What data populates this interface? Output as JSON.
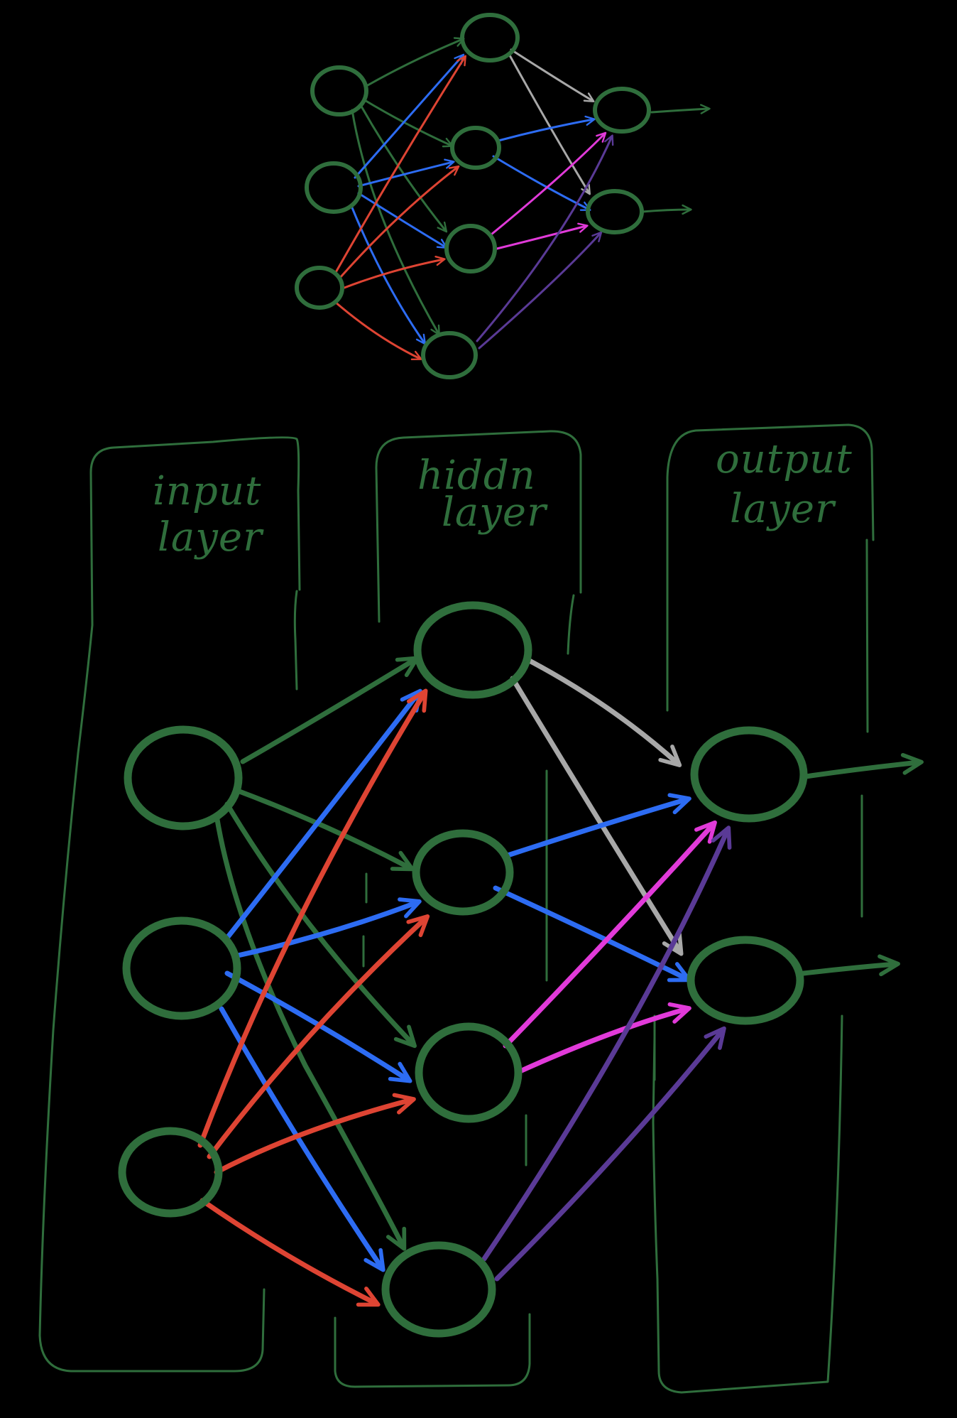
{
  "colors": {
    "background": "#000000",
    "node": "#2f6e3c",
    "frame": "#2f6e3c",
    "label": "#2f6e3c",
    "edge_input1": "#2f6e3c",
    "edge_input2": "#2d6cf3",
    "edge_input3": "#de4433",
    "edge_hidden1": "#a8a8a8",
    "edge_hidden2": "#2d6cf3",
    "edge_hidden3": "#e13ad9",
    "edge_hidden4": "#5a3a96",
    "output_arrow": "#2f6e3c"
  },
  "labels": {
    "input_line1": "input",
    "input_line2": "layer",
    "hidden_line1": "hiddn",
    "hidden_line2": "layer",
    "output_line1": "output",
    "output_line2": "layer"
  },
  "network": {
    "layers": [
      {
        "name": "input",
        "nodes": 3
      },
      {
        "name": "hidden",
        "nodes": 4
      },
      {
        "name": "output",
        "nodes": 2
      }
    ],
    "connectivity": "fully-connected",
    "output_arrows": 2
  }
}
